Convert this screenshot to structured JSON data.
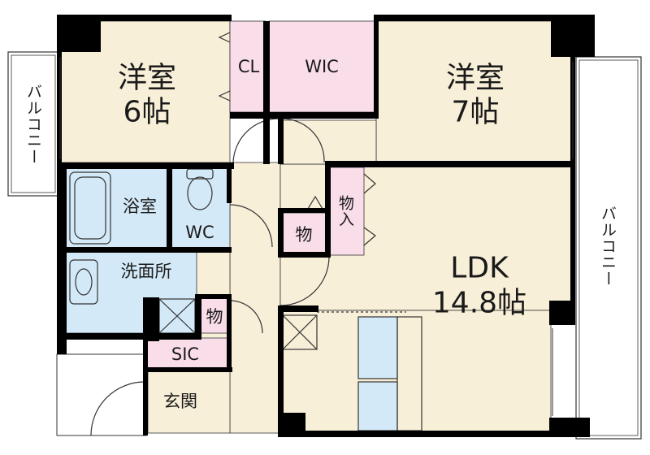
{
  "rooms": {
    "western_room_left": {
      "name": "洋室",
      "size": "6帖"
    },
    "western_room_right": {
      "name": "洋室",
      "size": "7帖"
    },
    "closet": "CL",
    "walk_in_closet": "WIC",
    "bathroom": "浴室",
    "toilet": "WC",
    "washroom": "洗面所",
    "storage_small": "物",
    "storage_closet": "物入",
    "storage_hall": "物",
    "ldk": {
      "name": "LDK",
      "size": "14.8帖"
    },
    "shoe_closet": "SIC",
    "entrance": "玄関"
  },
  "balconies": {
    "left": "バルコニー",
    "right": "バルコニー"
  },
  "colors": {
    "beige": "#f8efd8",
    "pink": "#f9dde9",
    "blue": "#d3e9f7",
    "wall": "#000000",
    "line": "#333333"
  }
}
